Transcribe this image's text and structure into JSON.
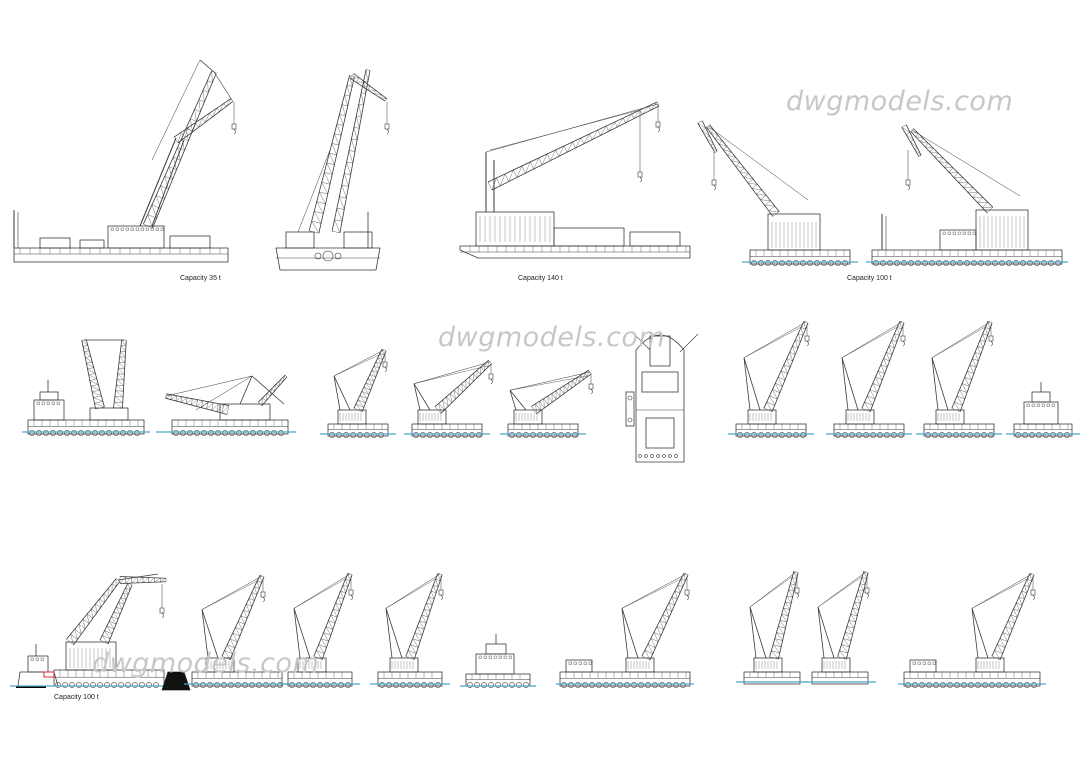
{
  "watermark": {
    "text": "dwgmodels.com",
    "color": "#c7c7c7"
  },
  "captions": {
    "crane_35t": "Capacity 35 t",
    "crane_140t": "Capacity 140 t",
    "crane_100t_a": "Capacity 100 t",
    "crane_100t_b": "Capacity 100 t"
  },
  "colors": {
    "line": "#3a3a3a",
    "water": "#4aa6c8",
    "accent_red": "#d22b2b",
    "background": "#ffffff"
  }
}
